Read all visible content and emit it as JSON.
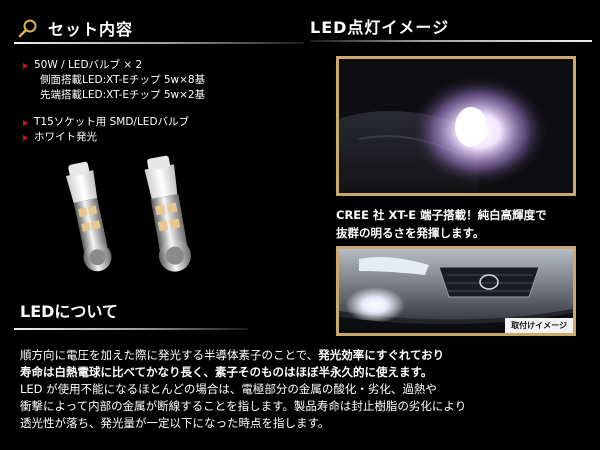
{
  "set_section": {
    "title": "セット内容",
    "specs": [
      "50W / LEDバルブ × 2",
      "側面搭載LED:XT-Eチップ 5w×8基",
      "先端搭載LED:XT-Eチップ 5w×2基",
      "T15ソケット用 SMD/LEDバルブ",
      "ホワイト発光"
    ]
  },
  "image_section": {
    "title": "LED点灯イメージ",
    "caption_line1": "CREE 社 XT-E 端子搭載！純白高輝度で",
    "caption_line2": "抜群の明るさを発揮します。",
    "install_tag": "取付けイメージ"
  },
  "about": {
    "title": "LEDについて",
    "line1_a": "順方向に電圧を加えた際に発光する半導体素子のことで、",
    "line1_b": "発光効率にすぐれており",
    "line2_a": "寿命は白熱電球に比べてかなり長く、素子そのものはほぼ半永久的に使えます。",
    "line3": "LED が使用不能になるほとんどの場合は、電極部分の金属の酸化・劣化、過熱や",
    "line4": "衝撃によって内部の金属が断線することを指します。製品寿命は封止樹脂の劣化により",
    "line5": "透光性が落ち、発光量が一定以下になった時点を指します。"
  },
  "colors": {
    "accent_gold": "#c9a96e",
    "bullet_red": "#d0102a",
    "background": "#000000"
  }
}
